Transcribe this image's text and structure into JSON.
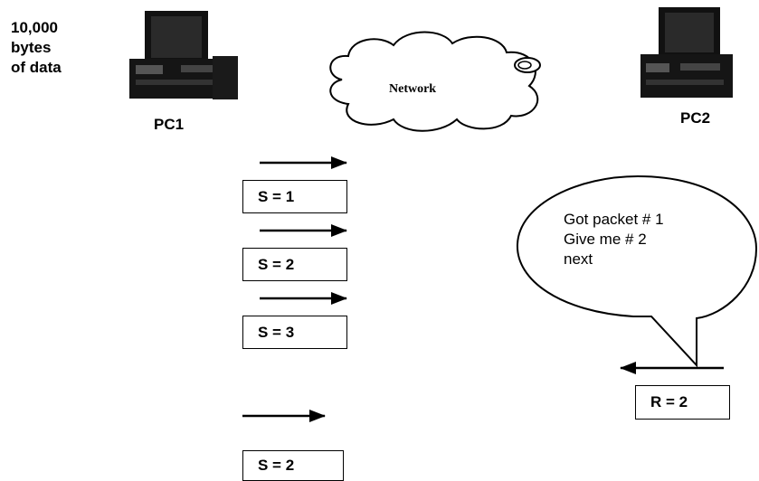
{
  "data_note": {
    "line1": "10,000",
    "line2": "bytes",
    "line3": "of data"
  },
  "pc1": {
    "label": "PC1",
    "icon": "desktop-computer-icon"
  },
  "pc2": {
    "label": "PC2",
    "icon": "desktop-computer-icon"
  },
  "network": {
    "label": "Network",
    "icon": "cloud-icon"
  },
  "sender_packets": [
    {
      "label": "S = 1"
    },
    {
      "label": "S = 2"
    },
    {
      "label": "S = 3"
    },
    {
      "label": "S = 2"
    }
  ],
  "speech_bubble": {
    "line1": "Got packet # 1",
    "line2": "Give me # 2",
    "line3": "next"
  },
  "receiver_ack": {
    "label": "R = 2"
  }
}
